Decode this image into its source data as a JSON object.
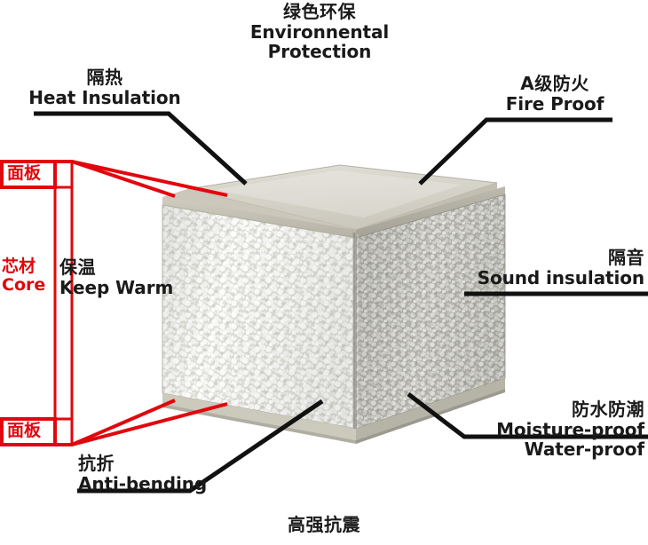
{
  "diagram": {
    "title_cn": "绿色环保",
    "subject": "EPS cement sandwich wall panel cutaway block"
  },
  "top_callout": {
    "cn": "绿色环保",
    "en_line1": "Environnental",
    "en_line2": "Protection"
  },
  "bottom_callout": {
    "cn": "高强抗震"
  },
  "callouts": [
    {
      "id": "heat-insulation",
      "cn": "隔热",
      "en": "Heat Insulation"
    },
    {
      "id": "fire-proof",
      "cn": "A级防火",
      "en": "Fire Proof"
    },
    {
      "id": "sound-insulation",
      "cn": "隔音",
      "en": "Sound insulation"
    },
    {
      "id": "keep-warm",
      "cn": "保温",
      "en": "Keep Warm"
    },
    {
      "id": "anti-bending",
      "cn": "抗折",
      "en": "Anti-bending"
    },
    {
      "id": "moisture-proof",
      "cn": "防水防潮",
      "en_line1": "Moisture-proof",
      "en_line2": "Water-proof"
    }
  ],
  "layers": {
    "face_top": {
      "cn": "面板"
    },
    "core": {
      "cn": "芯材",
      "en": "Core"
    },
    "face_bottom": {
      "cn": "面板"
    }
  },
  "colors": {
    "red": "#e1070d",
    "black": "#111111",
    "panel_top": "#d8d5cb",
    "panel_edge": "#b9b5a9",
    "core_left": "#e3e3e0",
    "core_right": "#c9c9c2",
    "background": "#ffffff"
  }
}
